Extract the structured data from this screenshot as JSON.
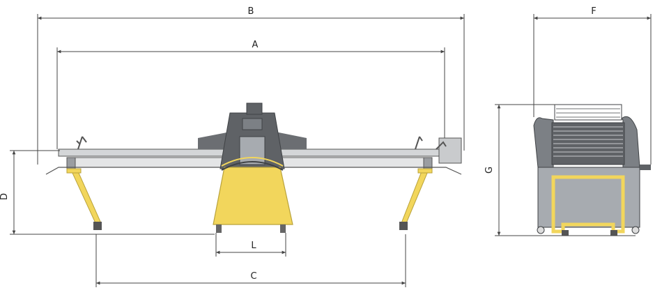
{
  "dimensions": {
    "A": "A",
    "B": "B",
    "C": "C",
    "D": "D",
    "F": "F",
    "G": "G",
    "L": "L"
  },
  "colors": {
    "body_dark": "#5f6266",
    "body_mid": "#7c8085",
    "body_light": "#a7abb0",
    "belt": "#c9cbcd",
    "yellow": "#f2d65c",
    "yellow_edge": "#b9a23a",
    "line": "#444444"
  }
}
